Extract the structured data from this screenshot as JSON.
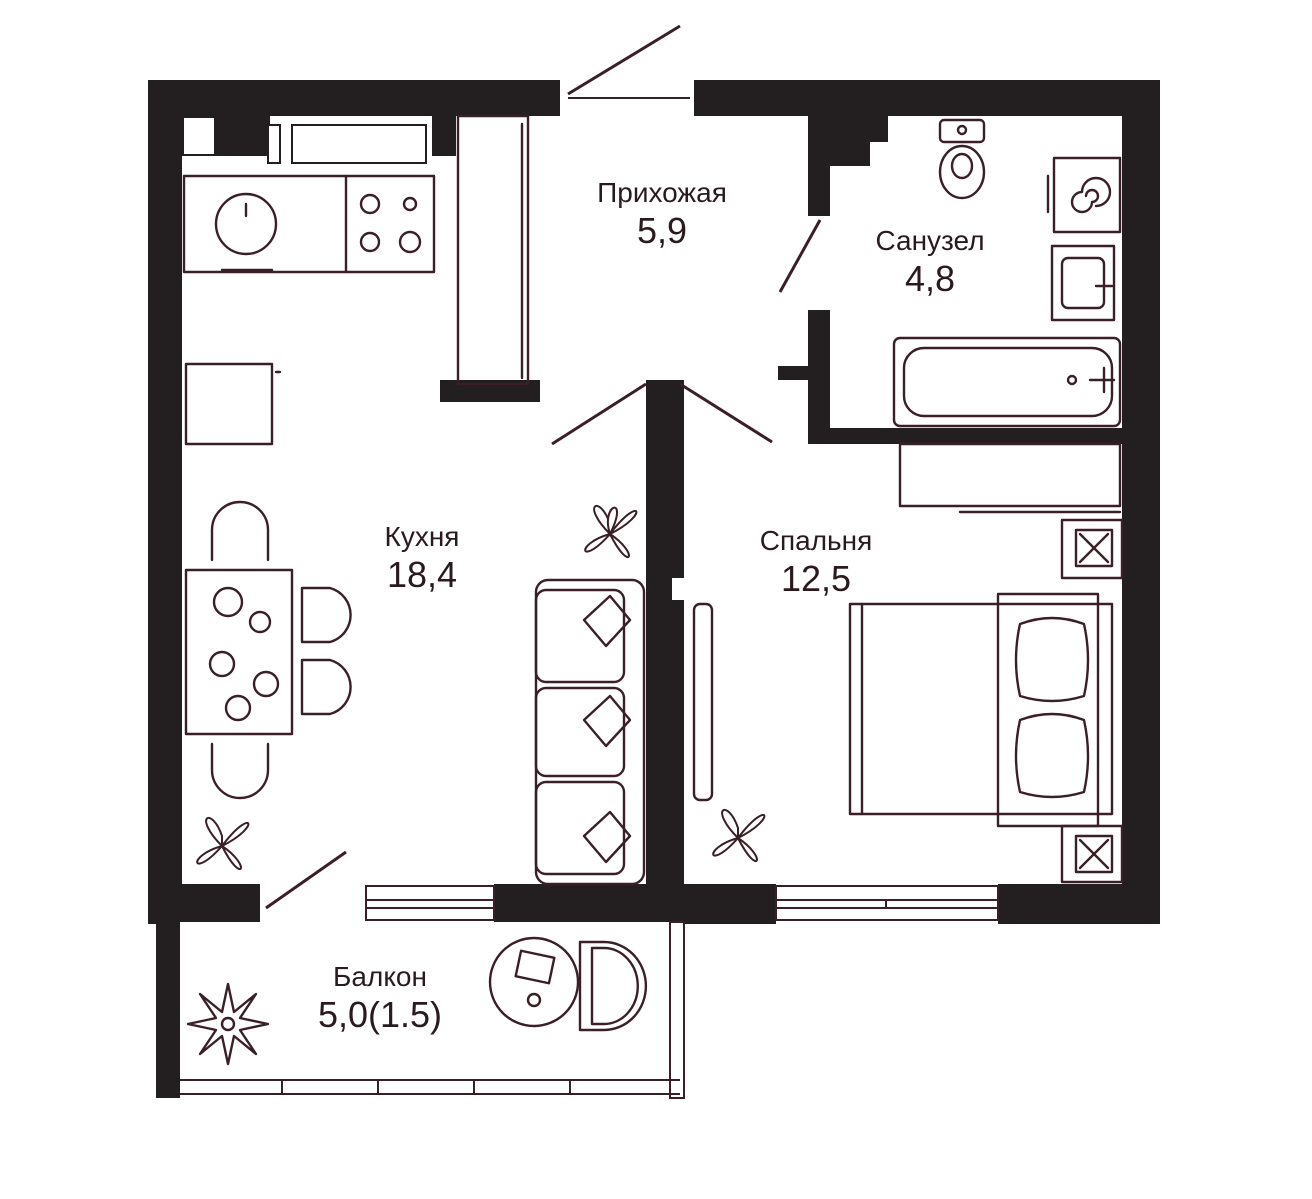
{
  "rooms": {
    "hallway": {
      "name": "Прихожая",
      "area": "5,9"
    },
    "bathroom": {
      "name": "Санузел",
      "area": "4,8"
    },
    "kitchen": {
      "name": "Кухня",
      "area": "18,4"
    },
    "bedroom": {
      "name": "Спальня",
      "area": "12,5"
    },
    "balcony": {
      "name": "Балкон",
      "area": "5,0(1.5)"
    }
  },
  "colors": {
    "wall": "#231f20",
    "furniture_stroke": "#3a1f26",
    "label": "#2a1a1d",
    "background": "#ffffff"
  }
}
